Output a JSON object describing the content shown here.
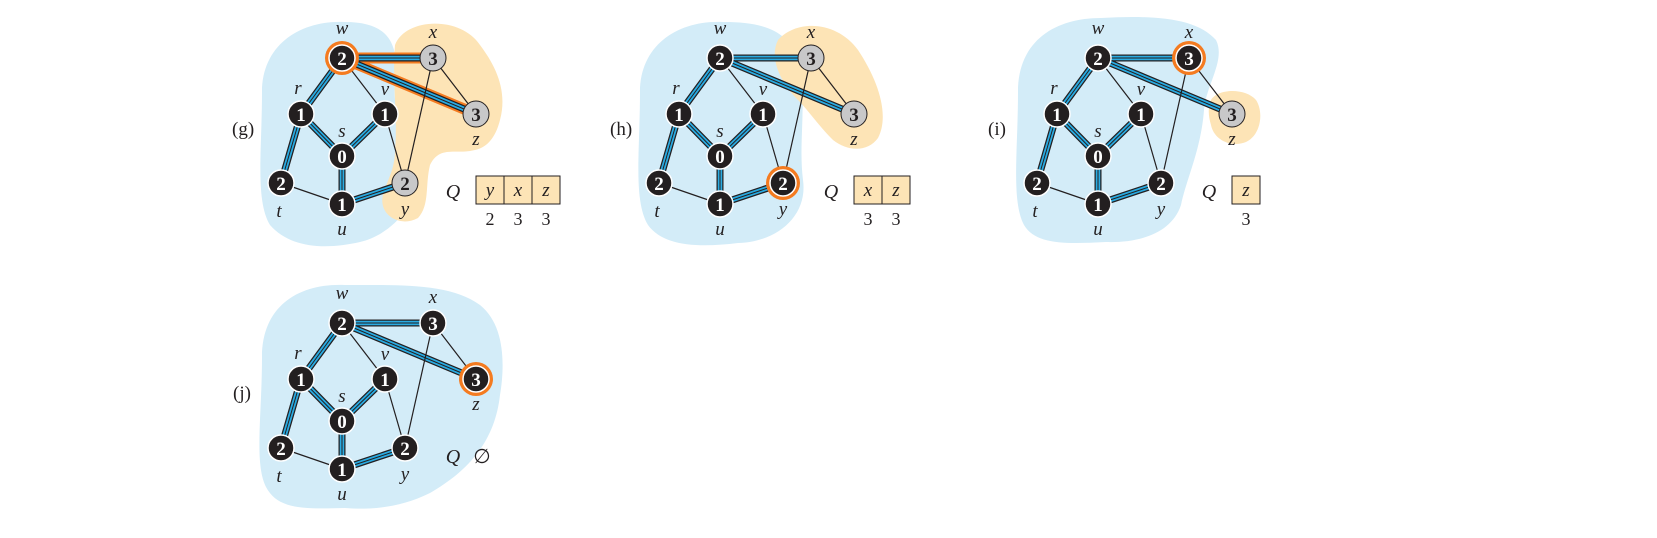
{
  "colors": {
    "visited_region": "#d3ecf8",
    "frontier_region": "#fde4b6",
    "tree_edge": "#29abe2",
    "highlight": "#f47b20",
    "black_node": "#231f20",
    "gray_node": "#c8c8c9",
    "queue_cell": "#fde4b6",
    "edge": "#231f20"
  },
  "vertex_labels": {
    "w": "w",
    "x": "x",
    "r": "r",
    "v": "v",
    "z": "z",
    "s": "s",
    "t": "t",
    "u": "u",
    "y": "y"
  },
  "edges": [
    [
      "w",
      "x"
    ],
    [
      "w",
      "z"
    ],
    [
      "w",
      "r"
    ],
    [
      "w",
      "v"
    ],
    [
      "x",
      "z"
    ],
    [
      "x",
      "y"
    ],
    [
      "r",
      "s"
    ],
    [
      "r",
      "t"
    ],
    [
      "v",
      "s"
    ],
    [
      "v",
      "y"
    ],
    [
      "s",
      "u"
    ],
    [
      "t",
      "u"
    ],
    [
      "u",
      "y"
    ]
  ],
  "queue_label": "Q",
  "panels": [
    {
      "label": "(g)",
      "nodes": {
        "w": {
          "text": "2",
          "state": "black"
        },
        "x": {
          "text": "3",
          "state": "gray"
        },
        "z": {
          "text": "3",
          "state": "gray"
        },
        "r": {
          "text": "1",
          "state": "black"
        },
        "v": {
          "text": "1",
          "state": "black"
        },
        "s": {
          "text": "0",
          "state": "black"
        },
        "t": {
          "text": "2",
          "state": "black"
        },
        "u": {
          "text": "1",
          "state": "black"
        },
        "y": {
          "text": "2",
          "state": "gray"
        }
      },
      "current": "w",
      "tree_edges": [
        [
          "w",
          "x"
        ],
        [
          "w",
          "z"
        ],
        [
          "w",
          "r"
        ],
        [
          "r",
          "s"
        ],
        [
          "r",
          "t"
        ],
        [
          "v",
          "s"
        ],
        [
          "s",
          "u"
        ],
        [
          "u",
          "y"
        ]
      ],
      "highlight_edges": [
        [
          "w",
          "x"
        ],
        [
          "w",
          "z"
        ]
      ],
      "queue": [
        {
          "v": "y",
          "d": "2"
        },
        {
          "v": "x",
          "d": "3"
        },
        {
          "v": "z",
          "d": "3"
        }
      ],
      "empty_symbol": ""
    },
    {
      "label": "(h)",
      "nodes": {
        "w": {
          "text": "2",
          "state": "black"
        },
        "x": {
          "text": "3",
          "state": "gray"
        },
        "z": {
          "text": "3",
          "state": "gray"
        },
        "r": {
          "text": "1",
          "state": "black"
        },
        "v": {
          "text": "1",
          "state": "black"
        },
        "s": {
          "text": "0",
          "state": "black"
        },
        "t": {
          "text": "2",
          "state": "black"
        },
        "u": {
          "text": "1",
          "state": "black"
        },
        "y": {
          "text": "2",
          "state": "black"
        }
      },
      "current": "y",
      "tree_edges": [
        [
          "w",
          "x"
        ],
        [
          "w",
          "z"
        ],
        [
          "w",
          "r"
        ],
        [
          "r",
          "s"
        ],
        [
          "r",
          "t"
        ],
        [
          "v",
          "s"
        ],
        [
          "s",
          "u"
        ],
        [
          "u",
          "y"
        ]
      ],
      "highlight_edges": [],
      "queue": [
        {
          "v": "x",
          "d": "3"
        },
        {
          "v": "z",
          "d": "3"
        }
      ],
      "empty_symbol": ""
    },
    {
      "label": "(i)",
      "nodes": {
        "w": {
          "text": "2",
          "state": "black"
        },
        "x": {
          "text": "3",
          "state": "black"
        },
        "z": {
          "text": "3",
          "state": "gray"
        },
        "r": {
          "text": "1",
          "state": "black"
        },
        "v": {
          "text": "1",
          "state": "black"
        },
        "s": {
          "text": "0",
          "state": "black"
        },
        "t": {
          "text": "2",
          "state": "black"
        },
        "u": {
          "text": "1",
          "state": "black"
        },
        "y": {
          "text": "2",
          "state": "black"
        }
      },
      "current": "x",
      "tree_edges": [
        [
          "w",
          "x"
        ],
        [
          "w",
          "z"
        ],
        [
          "w",
          "r"
        ],
        [
          "r",
          "s"
        ],
        [
          "r",
          "t"
        ],
        [
          "v",
          "s"
        ],
        [
          "s",
          "u"
        ],
        [
          "u",
          "y"
        ]
      ],
      "highlight_edges": [],
      "queue": [
        {
          "v": "z",
          "d": "3"
        }
      ],
      "empty_symbol": ""
    },
    {
      "label": "(j)",
      "nodes": {
        "w": {
          "text": "2",
          "state": "black"
        },
        "x": {
          "text": "3",
          "state": "black"
        },
        "z": {
          "text": "3",
          "state": "black"
        },
        "r": {
          "text": "1",
          "state": "black"
        },
        "v": {
          "text": "1",
          "state": "black"
        },
        "s": {
          "text": "0",
          "state": "black"
        },
        "t": {
          "text": "2",
          "state": "black"
        },
        "u": {
          "text": "1",
          "state": "black"
        },
        "y": {
          "text": "2",
          "state": "black"
        }
      },
      "current": "z",
      "tree_edges": [
        [
          "w",
          "x"
        ],
        [
          "w",
          "z"
        ],
        [
          "w",
          "r"
        ],
        [
          "r",
          "s"
        ],
        [
          "r",
          "t"
        ],
        [
          "v",
          "s"
        ],
        [
          "s",
          "u"
        ],
        [
          "u",
          "y"
        ]
      ],
      "highlight_edges": [],
      "queue": [],
      "empty_symbol": "∅"
    }
  ]
}
